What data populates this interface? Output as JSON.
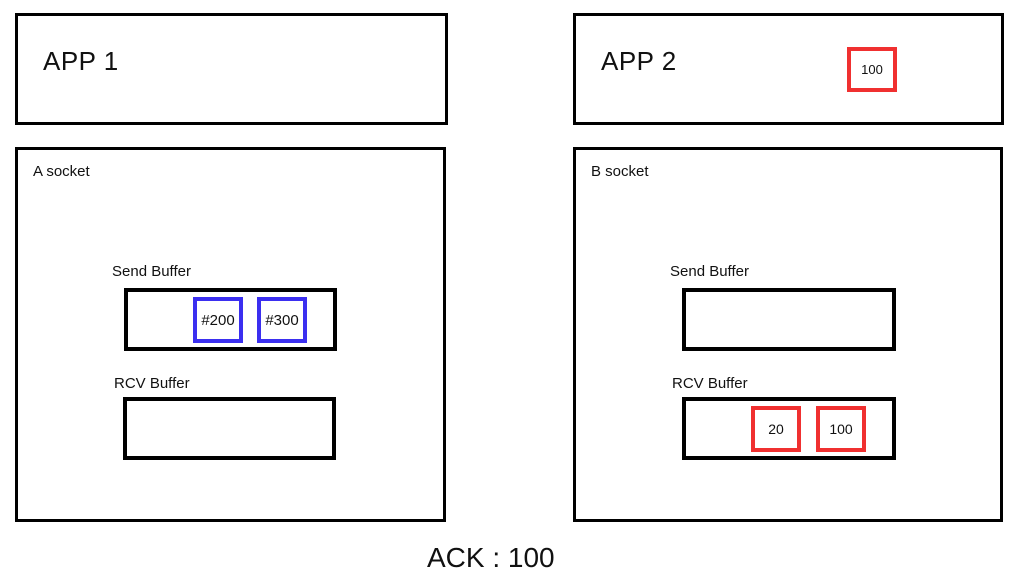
{
  "colors": {
    "outline": "#000000",
    "segment_blue": "#3B2FF0",
    "segment_red": "#F03030",
    "background": "#FFFFFF",
    "text": "#111111"
  },
  "left": {
    "app": {
      "title": "APP 1",
      "segments": []
    },
    "socket": {
      "label": "A socket",
      "send_buffer": {
        "label": "Send Buffer",
        "segments": [
          {
            "label": "#200",
            "color": "blue"
          },
          {
            "label": "#300",
            "color": "blue"
          }
        ]
      },
      "rcv_buffer": {
        "label": "RCV Buffer",
        "segments": []
      }
    }
  },
  "right": {
    "app": {
      "title": "APP 2",
      "segments": [
        {
          "label": "100",
          "color": "red"
        }
      ]
    },
    "socket": {
      "label": "B socket",
      "send_buffer": {
        "label": "Send Buffer",
        "segments": []
      },
      "rcv_buffer": {
        "label": "RCV Buffer",
        "segments": [
          {
            "label": "20",
            "color": "red"
          },
          {
            "label": "100",
            "color": "red"
          }
        ]
      }
    }
  },
  "footer": {
    "ack_label": "ACK : 100"
  }
}
